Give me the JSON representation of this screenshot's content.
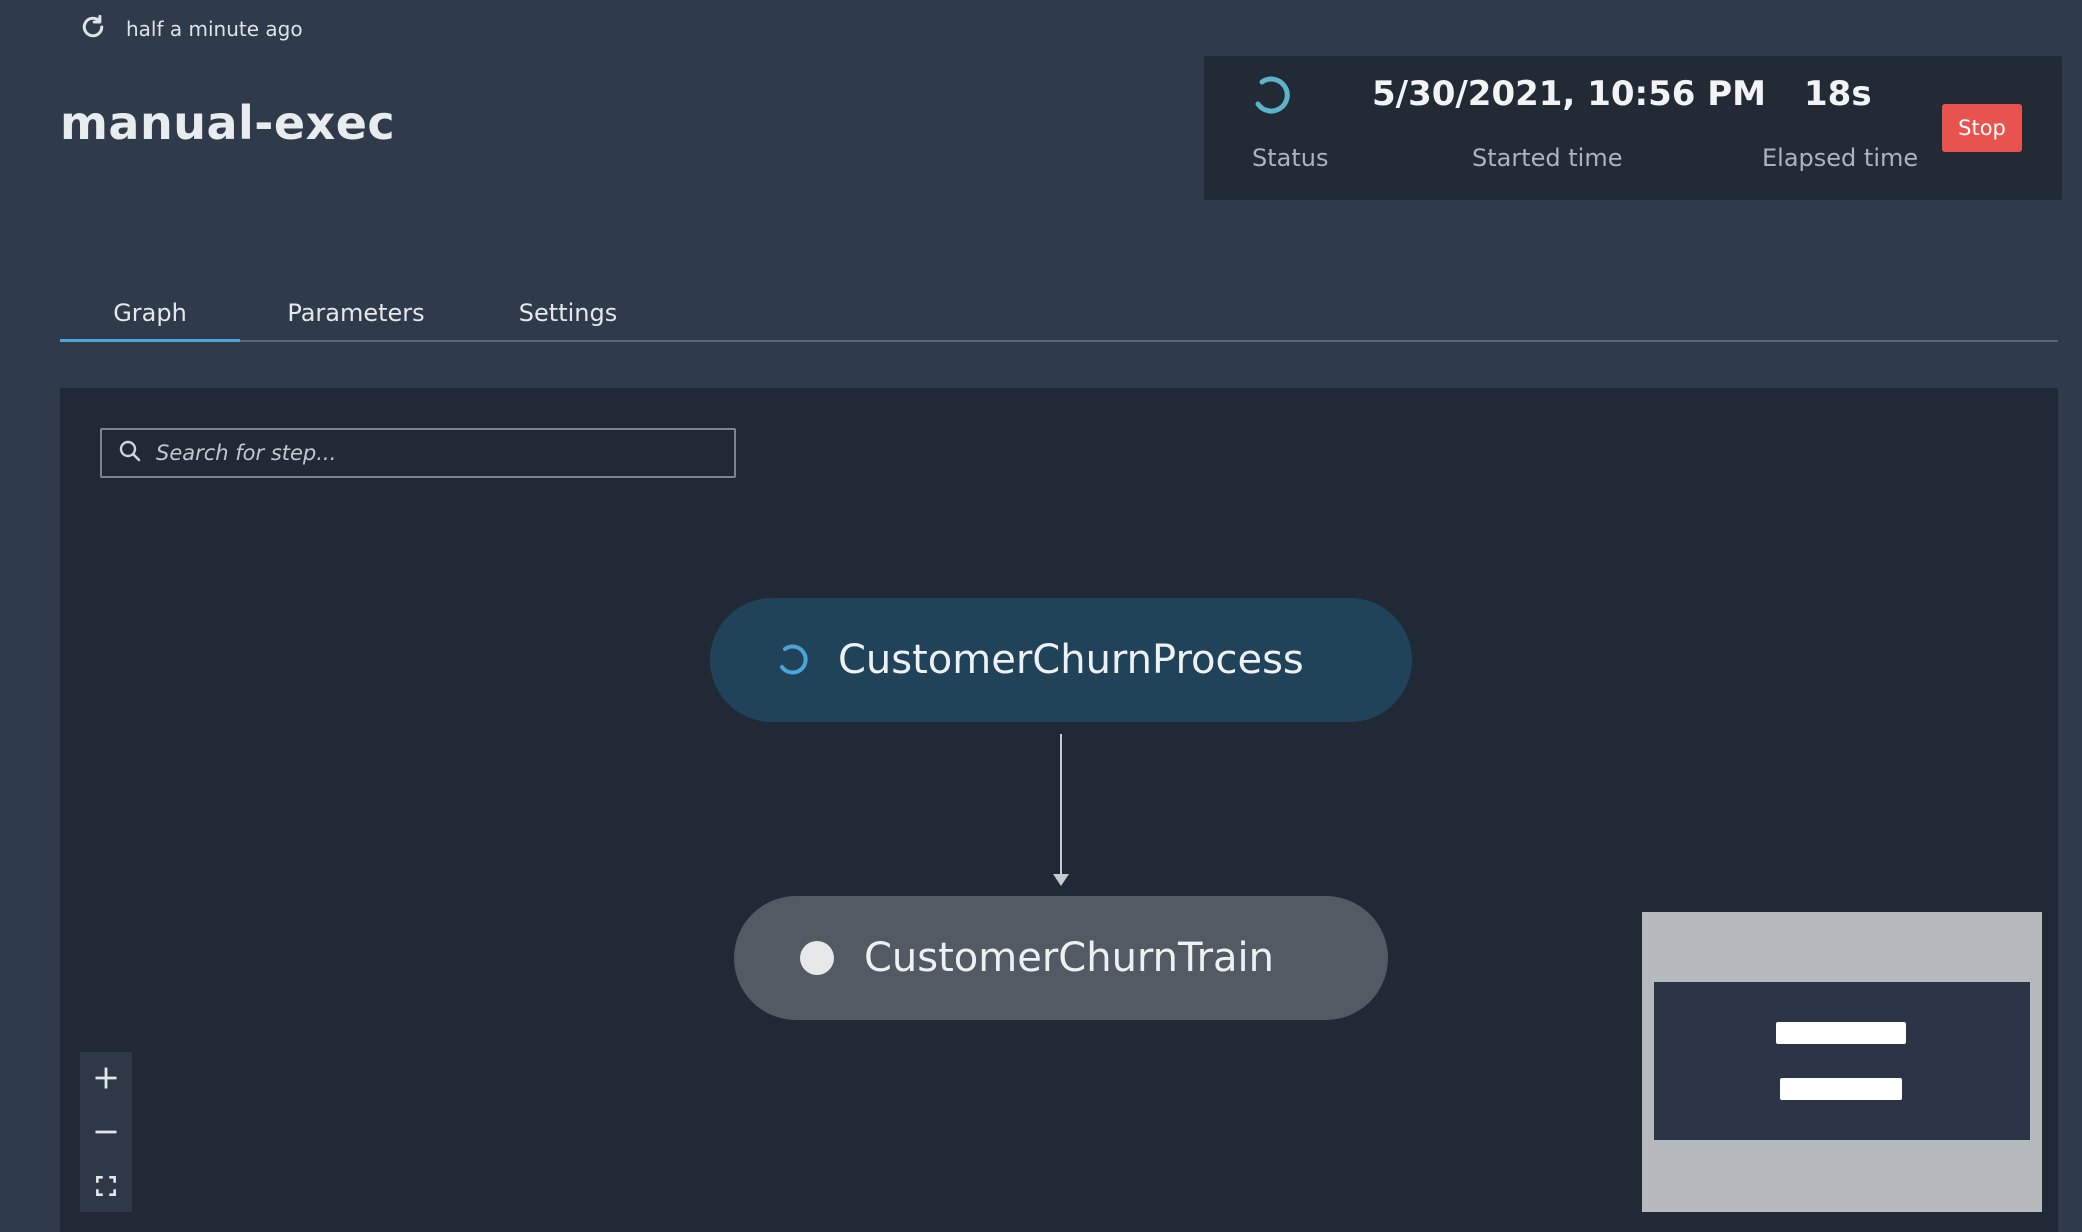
{
  "refresh": {
    "icon": "refresh-icon",
    "text": "half a minute ago"
  },
  "execution": {
    "name": "manual-exec"
  },
  "status_panel": {
    "status_label": "Status",
    "status_icon": "spinner-icon",
    "started_value": "5/30/2021, 10:56 PM",
    "started_label": "Started time",
    "elapsed_value": "18s",
    "elapsed_label": "Elapsed time",
    "stop_label": "Stop"
  },
  "tabs": [
    {
      "label": "Graph",
      "active": true
    },
    {
      "label": "Parameters",
      "active": false
    },
    {
      "label": "Settings",
      "active": false
    }
  ],
  "search": {
    "placeholder": "Search for step..."
  },
  "graph": {
    "nodes": [
      {
        "label": "CustomerChurnProcess",
        "state": "running"
      },
      {
        "label": "CustomerChurnTrain",
        "state": "pending"
      }
    ]
  },
  "zoom_controls": [
    "zoom-in-icon",
    "zoom-out-icon",
    "fit-view-icon"
  ],
  "colors": {
    "background": "#2f3a4b",
    "canvas": "#222936",
    "accent": "#4ea4d9",
    "stop_button": "#e8534f",
    "running_node": "#21435a",
    "pending_node": "#535a63"
  }
}
